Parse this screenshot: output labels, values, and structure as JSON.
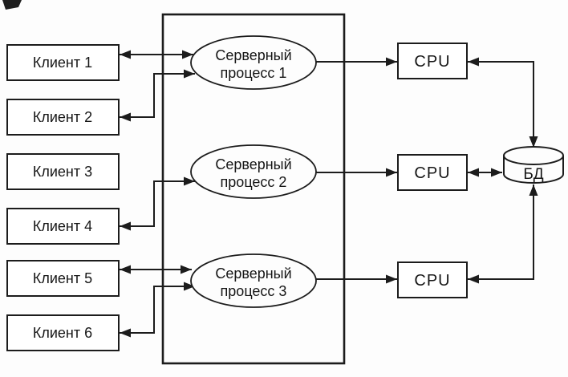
{
  "diagram": {
    "title": "Client / server-process / CPU / database architecture diagram",
    "colors": {
      "stroke": "#1c1c1c",
      "fill": "#ffffff",
      "background": "#fdfdfd"
    },
    "clients": [
      {
        "label": "Клиент 1"
      },
      {
        "label": "Клиент 2"
      },
      {
        "label": "Клиент 3"
      },
      {
        "label": "Клиент 4"
      },
      {
        "label": "Клиент 5"
      },
      {
        "label": "Клиент 6"
      }
    ],
    "server_processes": [
      {
        "line1": "Серверный",
        "line2": "процесс 1"
      },
      {
        "line1": "Серверный",
        "line2": "процесс 2"
      },
      {
        "line1": "Серверный",
        "line2": "процесс 3"
      }
    ],
    "cpus": [
      {
        "label": "CPU"
      },
      {
        "label": "CPU"
      },
      {
        "label": "CPU"
      }
    ],
    "database": {
      "label": "БД"
    }
  }
}
